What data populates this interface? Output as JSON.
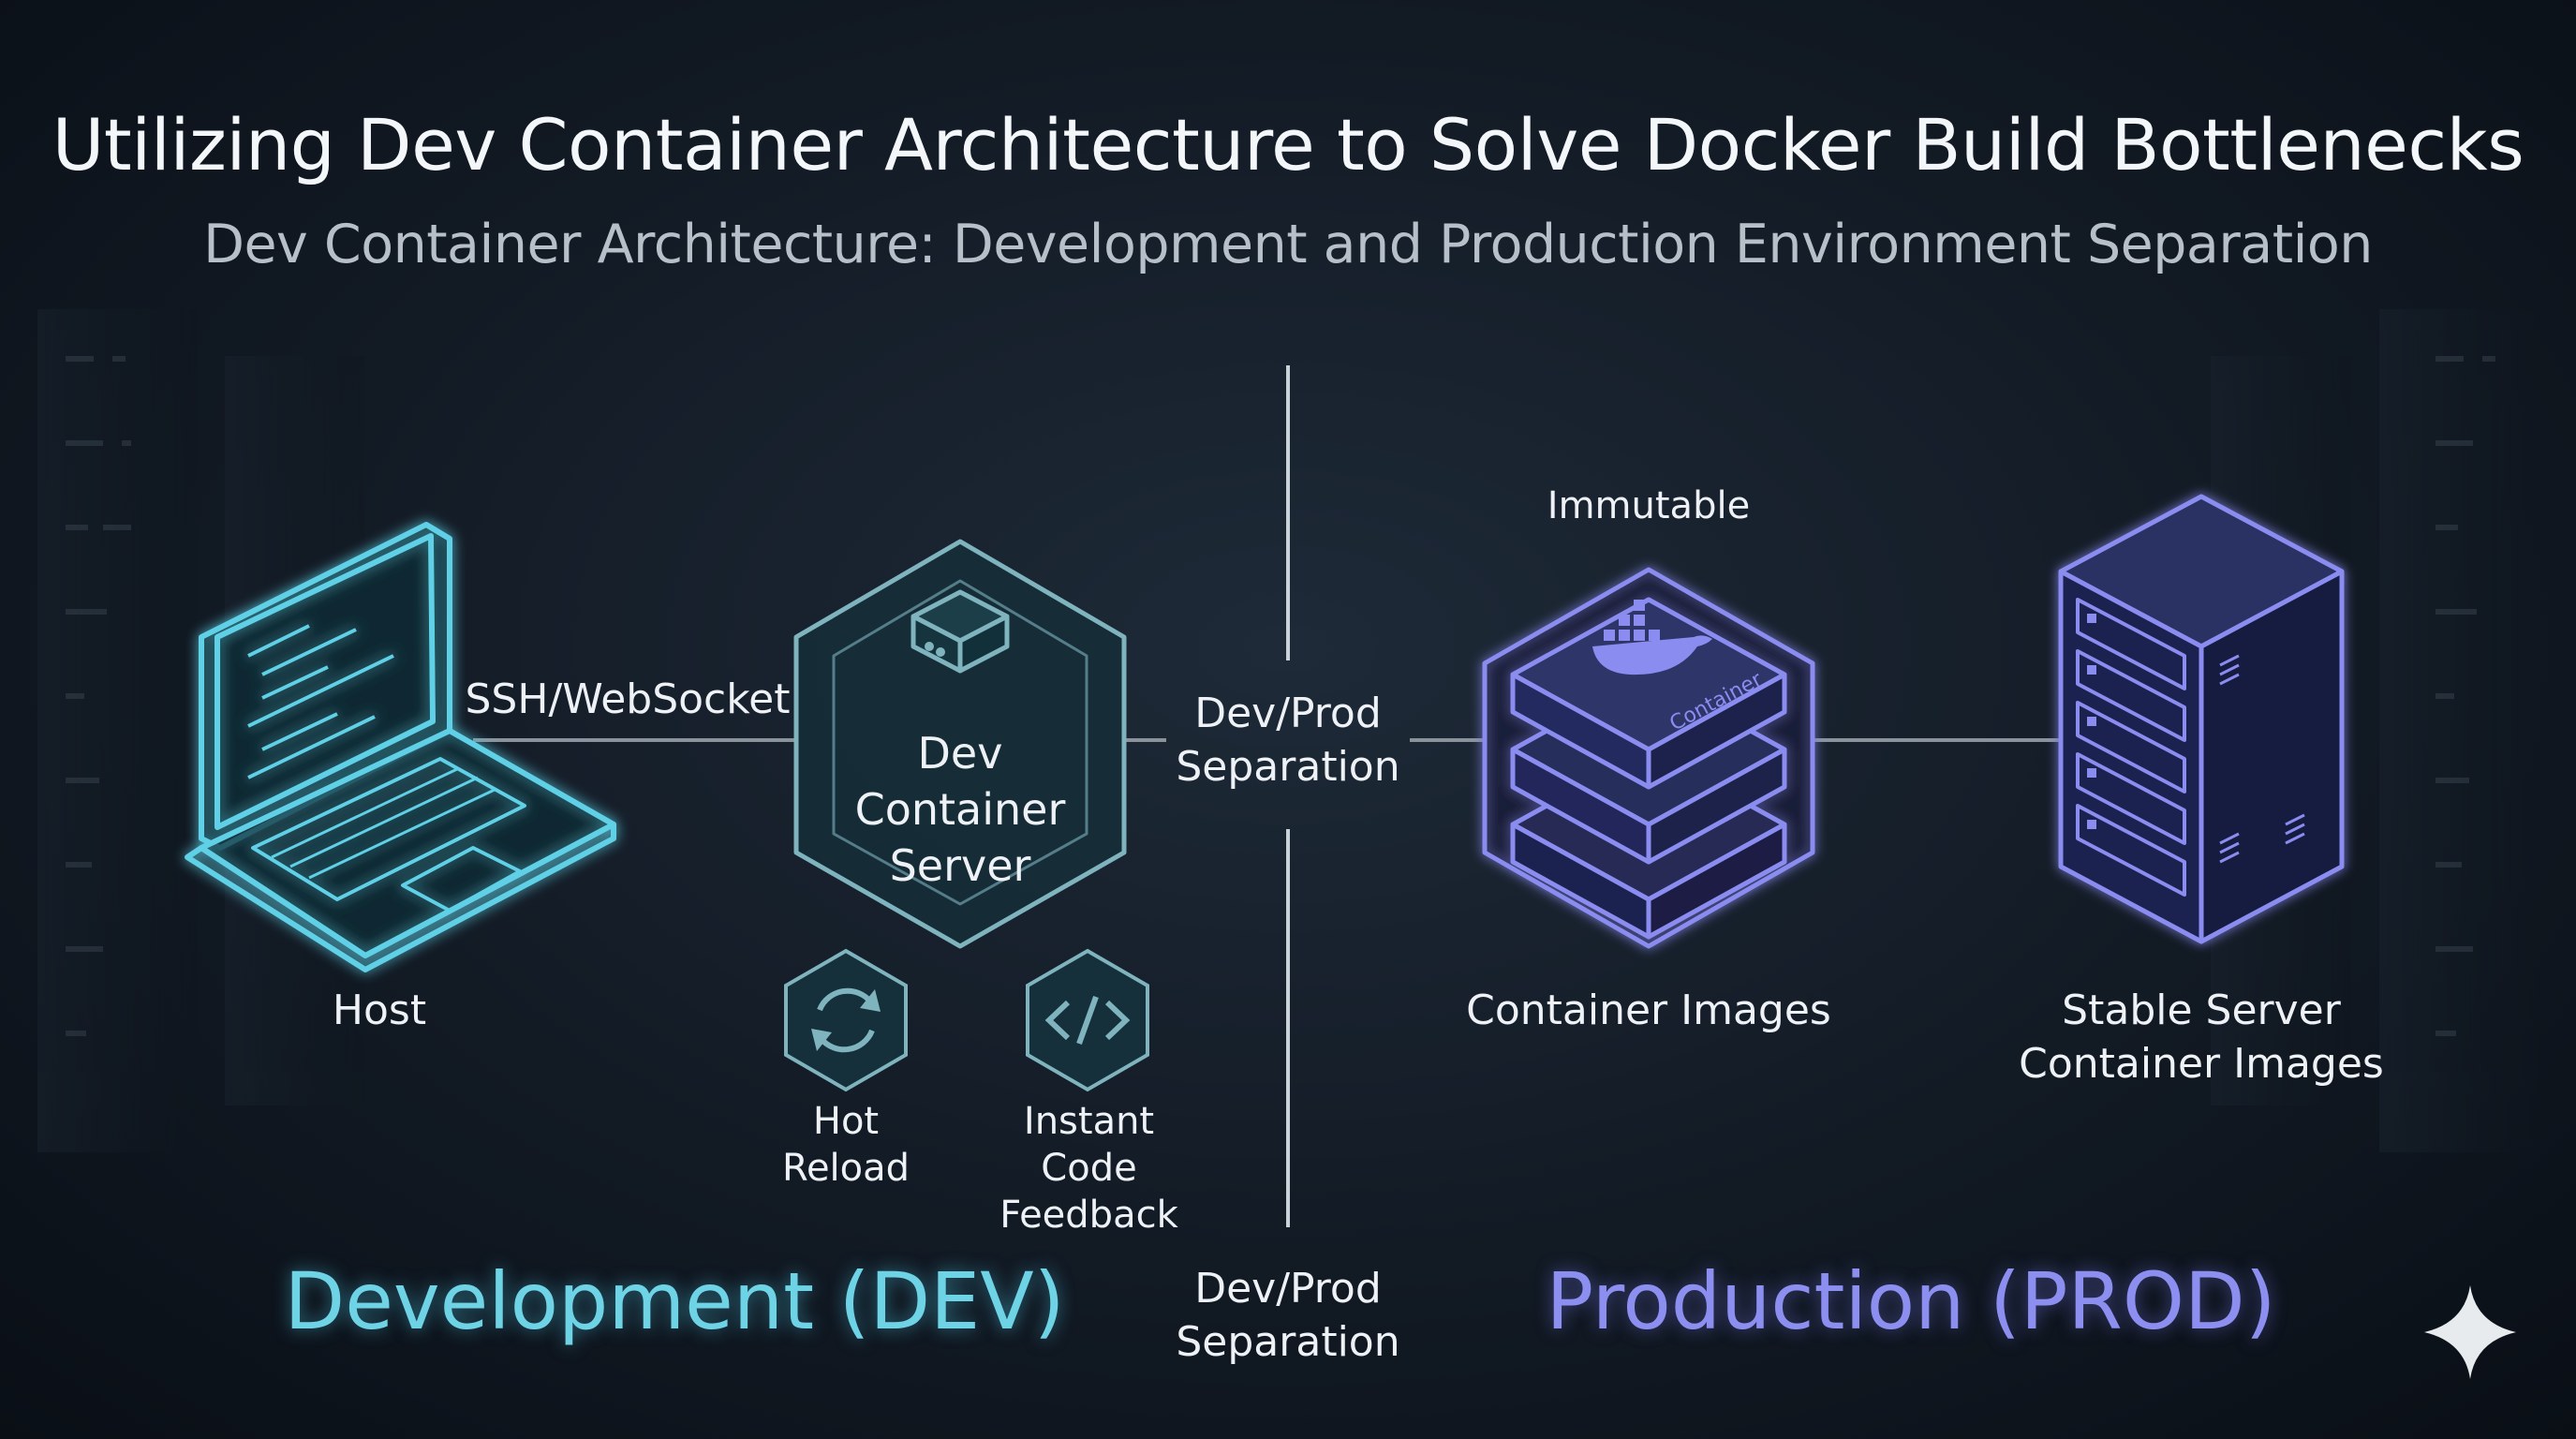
{
  "header": {
    "title": "Utilizing Dev Container Architecture to Solve Docker Build Bottlenecks",
    "subtitle": "Dev Container Architecture: Development and Production Environment Separation"
  },
  "dev": {
    "host_label": "Host",
    "connection_label": "SSH/WebSocket",
    "server_label": "Dev Container Server",
    "features": [
      {
        "label": "Hot Reload",
        "icon": "refresh-icon"
      },
      {
        "label": "Instant Code Feedback",
        "icon": "code-icon"
      }
    ],
    "section_title": "Development (DEV)"
  },
  "separator": {
    "label_middle": "Dev/Prod Separation",
    "label_bottom": "Dev/Prod Separation"
  },
  "prod": {
    "immutable_label": "Immutable",
    "layer_label": "Container",
    "images_label": "Container Images",
    "server_label": "Stable Server Container Images",
    "section_title": "Production (PROD)"
  },
  "colors": {
    "dev_accent": "#5fd0e6",
    "prod_accent": "#8b8cf0",
    "line": "#8a939c"
  }
}
